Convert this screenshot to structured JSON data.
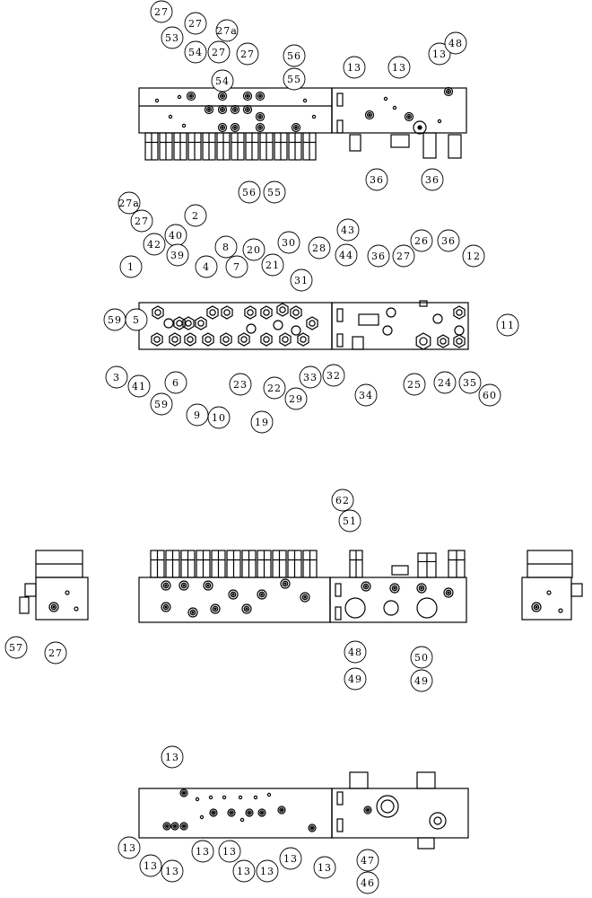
{
  "diagram": {
    "views": [
      {
        "id": "top-view",
        "callouts": [
          "27",
          "53",
          "27",
          "54",
          "27",
          "54",
          "27a",
          "27",
          "56",
          "55",
          "56",
          "55",
          "13",
          "13",
          "13",
          "48",
          "36",
          "36"
        ]
      },
      {
        "id": "front-view",
        "callouts": [
          "27a",
          "27",
          "42",
          "40",
          "39",
          "2",
          "1",
          "4",
          "8",
          "7",
          "20",
          "21",
          "30",
          "28",
          "31",
          "43",
          "44",
          "36",
          "27",
          "26",
          "36",
          "12",
          "59",
          "5",
          "11",
          "3",
          "41",
          "59",
          "6",
          "9",
          "10",
          "23",
          "19",
          "22",
          "29",
          "33",
          "32",
          "34",
          "25",
          "24",
          "35",
          "60"
        ]
      },
      {
        "id": "rear-view",
        "callouts": [
          "62",
          "51",
          "57",
          "27",
          "48",
          "49",
          "50",
          "49"
        ]
      },
      {
        "id": "bottom-view",
        "callouts": [
          "13",
          "13",
          "13",
          "13",
          "13",
          "13",
          "13",
          "13",
          "13",
          "13",
          "47",
          "46"
        ]
      }
    ]
  }
}
